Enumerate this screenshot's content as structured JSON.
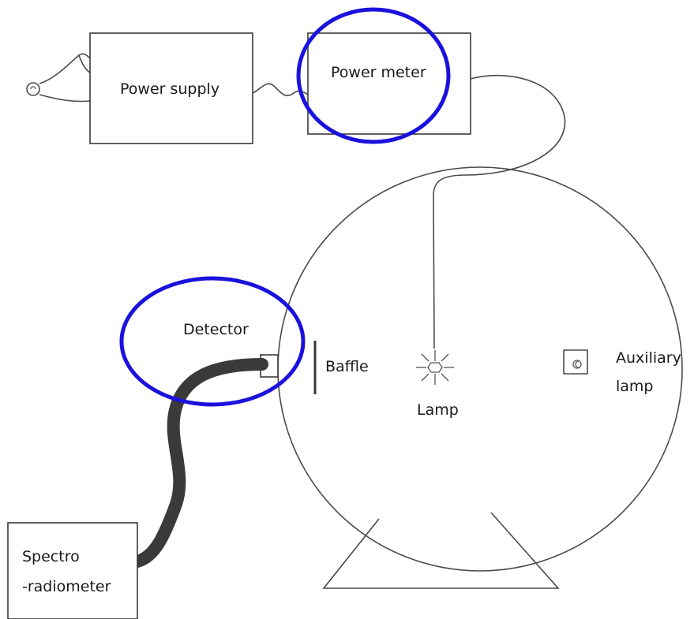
{
  "labels": {
    "power_supply": "Power supply",
    "power_meter": "Power meter",
    "detector": "Detector",
    "baffle": "Baffle",
    "lamp": "Lamp",
    "auxiliary_lamp_line1": "Auxiliary",
    "auxiliary_lamp_line2": "lamp",
    "spectroradiometer_line1": "Spectro",
    "spectroradiometer_line2": "-radiometer"
  },
  "colors": {
    "highlight": "#1a12dc",
    "line": "#4a4a4a",
    "fiber": "#3a3a3a"
  },
  "icons": {
    "plug": "power-plug-icon",
    "lamp": "lamp-starburst-icon",
    "auxiliary_lamp": "auxiliary-lamp-icon"
  }
}
